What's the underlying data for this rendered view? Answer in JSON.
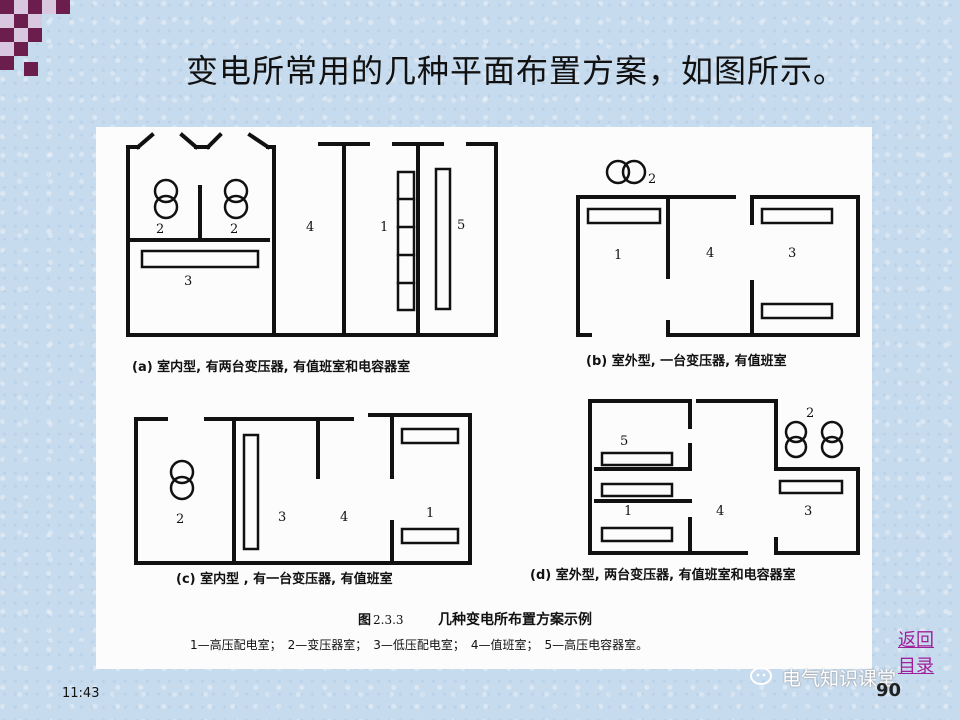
{
  "slide": {
    "title": "变电所常用的几种平面布置方案，如图所示。",
    "time": "11:43",
    "page_number": "90",
    "back_link": "返回目录",
    "watermark": "电气知识课堂"
  },
  "figure": {
    "caption_prefix": "图",
    "caption_number": "2.3.3",
    "caption_title": "几种变电所布置方案示例",
    "legend": "1—高压配电室；　2—变压器室；　3—低压配电室；　4—值班室；　5—高压电容器室。",
    "panels": {
      "a": {
        "caption": "(a)  室内型, 有两台变压器, 有值班室和电容器室",
        "labels": [
          "2",
          "2",
          "3",
          "4",
          "1",
          "5"
        ]
      },
      "b": {
        "caption": "(b)  室外型, 一台变压器, 有值班室",
        "labels": [
          "2",
          "1",
          "4",
          "3"
        ]
      },
      "c": {
        "caption": "(c) 室内型 , 有一台变压器, 有值班室",
        "labels": [
          "2",
          "3",
          "4",
          "1"
        ]
      },
      "d": {
        "caption": "(d)  室外型, 两台变压器, 有值班室和电容器室",
        "labels": [
          "2",
          "5",
          "1",
          "4",
          "3"
        ]
      }
    }
  }
}
